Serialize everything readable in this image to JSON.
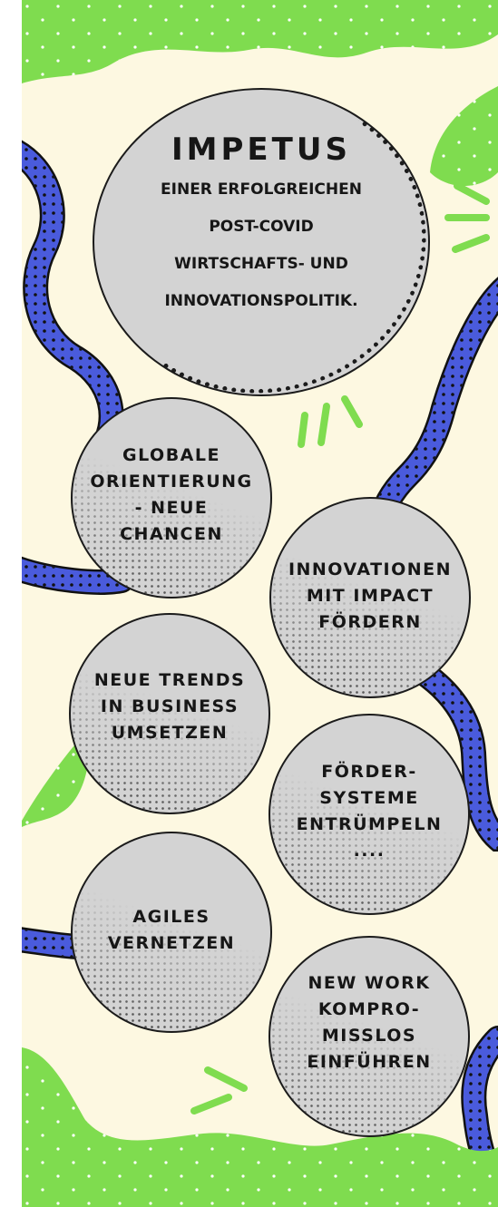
{
  "header": {
    "title": "IMPETUS",
    "subtitle_lines": [
      "EINER ERFOLGREICHEN",
      "POST-COVID",
      "WIRTSCHAFTS- UND",
      "INNOVATIONSPOLITIK."
    ]
  },
  "topics": [
    {
      "lines": [
        "GLOBALE",
        "ORIENTIERUNG",
        "- NEUE",
        "CHANCEN"
      ]
    },
    {
      "lines": [
        "INNOVATIONEN",
        "MIT IMPACT",
        "FÖRDERN"
      ]
    },
    {
      "lines": [
        "NEUE TRENDS",
        "IN BUSINESS",
        "UMSETZEN"
      ]
    },
    {
      "lines": [
        "FÖRDER-",
        "SYSTEME",
        "ENTRÜMPELN",
        "...."
      ]
    },
    {
      "lines": [
        "AGILES",
        "VERNETZEN"
      ]
    },
    {
      "lines": [
        "NEW WORK",
        "KOMPRO-",
        "MISSLOS",
        "EINFÜHREN"
      ]
    }
  ],
  "colors": {
    "background": "#fdf8e1",
    "green": "#7fdc4f",
    "blue": "#4a5bdc",
    "circle": "#d3d3d3",
    "ink": "#1b1b1b"
  }
}
